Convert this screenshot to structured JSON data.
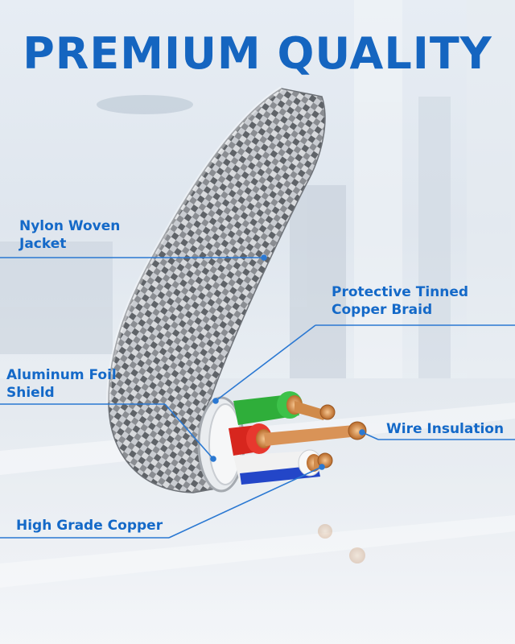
{
  "title": "PREMIUM QUALITY",
  "labels": {
    "nylon": "Nylon Woven\nJacket",
    "tinned": "Protective Tinned\nCopper Braid",
    "foil": "Aluminum Foil\nShield",
    "insulation": "Wire Insulation",
    "copper": "High Grade Copper"
  },
  "colors": {
    "title": "#1565c0",
    "label": "#1469c8",
    "leader_line": "#2a78d2",
    "wire_green": "#2fae3a",
    "wire_red": "#d7261e",
    "wire_blue": "#2346c8",
    "copper": "#d8894a"
  }
}
